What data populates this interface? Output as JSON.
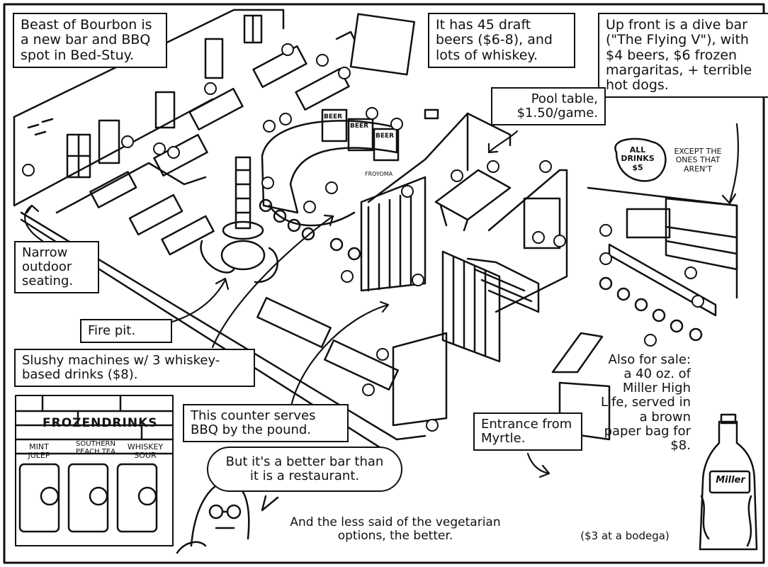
{
  "captions": {
    "intro": "Beast of Bourbon is a new bar and BBQ spot in Bed-Stuy.",
    "draft_beers": "It has 45 draft beers ($6-8), and lots of whiskey.",
    "dive_bar": "Up front is a dive bar (\"The Flying V\"), with $4 beers, $6 frozen margaritas, + terrible hot dogs.",
    "pool_table": "Pool table, $1.50/game.",
    "outdoor_seating": "Narrow outdoor seating.",
    "fire_pit": "Fire pit.",
    "slushy": "Slushy machines w/ 3 whiskey-based drinks ($8).",
    "counter": "This counter serves BBQ by the pound.",
    "entrance": "Entrance from Myrtle.",
    "better_bar": "But it's a better bar than it is a restaurant.",
    "vegetarian": "And the less said of the vegetarian options, the better.",
    "miller": "Also for sale: a 40 oz. of Miller High Life, served in a brown paper bag for $8.",
    "bodega": "($3 at a bodega)"
  },
  "signs": {
    "all_drinks": "ALL DRINKS $5",
    "except": "EXCEPT THE ONES THAT AREN'T",
    "beer_boards": [
      "BEER",
      "BEER",
      "BEER"
    ],
    "frozen_header": "FROZENDRINKS",
    "frozen_flavors": [
      "MINT JULEP",
      "SOUTHERN PEACH TEA",
      "WHISKEY SOUR"
    ],
    "froyo": "FROYOMA",
    "bottle_label": "Miller"
  }
}
